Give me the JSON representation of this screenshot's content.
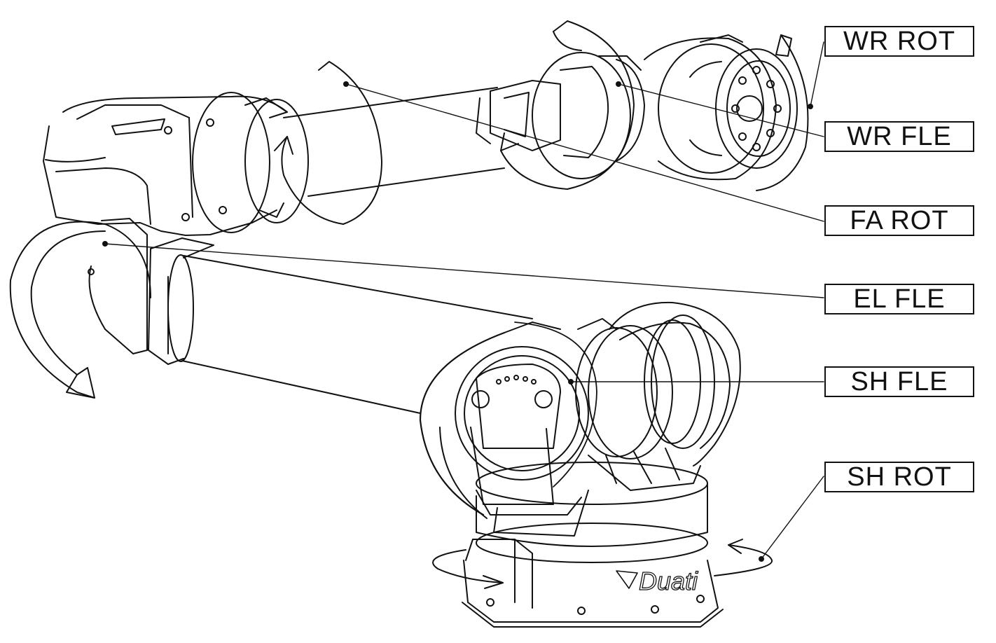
{
  "labels": {
    "wr_rot": "WR ROT",
    "wr_fle": "WR FLE",
    "fa_rot": "FA ROT",
    "el_fle": "EL FLE",
    "sh_fle": "SH FLE",
    "sh_rot": "SH ROT"
  },
  "brand": "Duati",
  "colors": {
    "line": "#111111",
    "background": "#ffffff"
  }
}
